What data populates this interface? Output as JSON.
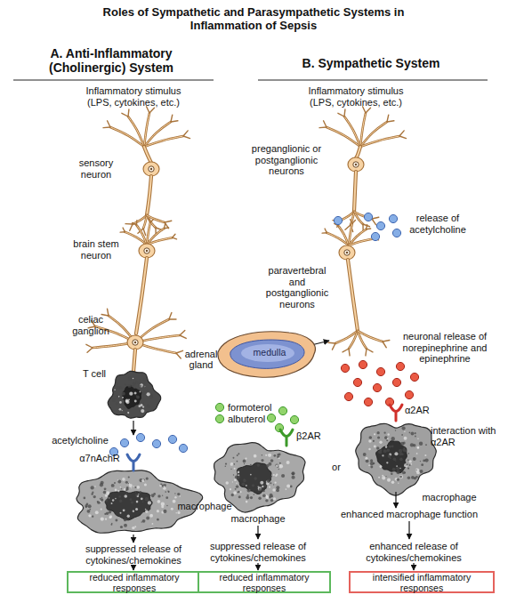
{
  "diagram": {
    "title": "Roles of Sympathetic and Parasympathetic Systems in Inflammation of Sepsis",
    "nodes": [
      {
        "text": [
          "reduced inflammatory responses"
        ]
      },
      {
        "text": [
          "adrenal gland",
          "medulla"
        ]
      },
      {
        "text": [
          "reduced inflammatory responses"
        ]
      },
      {
        "text": [
          "intensified inflammatory responses"
        ]
      }
    ],
    "labels": [
      "A. Anti-Inflammatory (Cholinergic) System",
      "Inflammatory stimulus (LPS, cytokines, etc.)",
      "sensory neuron",
      "brain stem neuron",
      "celiac ganglion",
      "T cell",
      "acetylcholine",
      "α7nAchR",
      "macrophage",
      "suppressed release of cytokines/chemokines",
      "B. Sympathetic System",
      "Inflammatory stimulus (LPS, cytokines, etc.)",
      "preganglionic or postganglionic neurons",
      "release of acetylcholine",
      "paravertebral and postganglionic neurons",
      "neuronal release of norepinephrine and epinephrine",
      "formoterol",
      "albuterol",
      "β2AR",
      "or",
      "α2AR",
      "interaction with α2AR",
      "macrophage",
      "macrophage",
      "enhanced macrophage function",
      "suppressed release of cytokines/chemokines",
      "enhanced release of cytokines/chemokines"
    ]
  }
}
